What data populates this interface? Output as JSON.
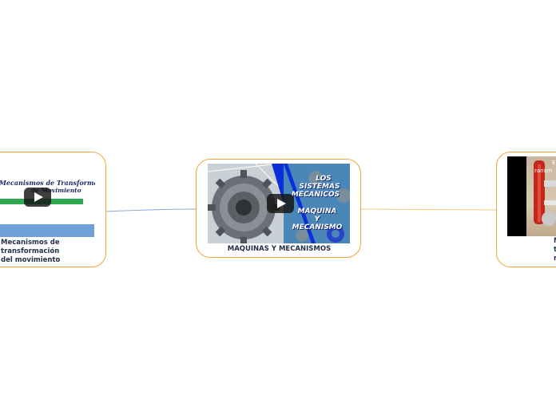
{
  "map": {
    "center": {
      "label": "MAQUINAS Y MECANISMOS",
      "thumbnail": {
        "line1": "LOS",
        "line2": "SISTEMAS",
        "line3": "MECANICOS",
        "line4": "MAQUINA",
        "line5": "Y",
        "line6": "MECANISMO"
      }
    },
    "left": {
      "label_lines": [
        "Mecanismos de",
        "transformación",
        "del movimiento"
      ],
      "thumbnail": {
        "title_line1": "Mecanismos de Transformación",
        "title_line2": "de Movimiento"
      }
    },
    "right": {
      "label_lines": [
        "N",
        "t",
        "r"
      ],
      "thumbnail": {
        "text1": "E",
        "text2": "ransm"
      }
    }
  },
  "colors": {
    "node_border": "#f4a63a",
    "left_connector": "#8aa3d8",
    "right_connector": "#f5c777",
    "label_text": "#23304a",
    "green_bar": "#2fa84f",
    "blue_bar": "#6fa0d8"
  }
}
